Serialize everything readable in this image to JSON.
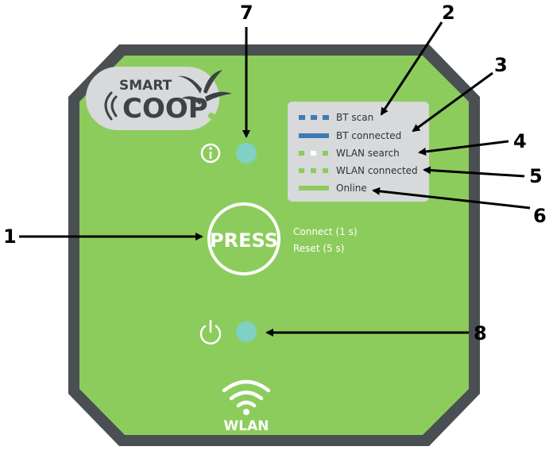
{
  "logo": {
    "word_small": "SMART",
    "word_large": "COOP"
  },
  "button": {
    "label": "PRESS",
    "hint_connect": "Connect (1 s)",
    "hint_reset": "Reset (5 s)"
  },
  "legend": {
    "items": [
      {
        "label": "BT scan",
        "pattern": "dashed-blue"
      },
      {
        "label": "BT connected",
        "pattern": "solid-blue"
      },
      {
        "label": "WLAN search",
        "pattern": "dashed-green-white"
      },
      {
        "label": "WLAN connected",
        "pattern": "dotted-green"
      },
      {
        "label": "Online",
        "pattern": "solid-green"
      }
    ]
  },
  "wlan_label": "WLAN",
  "callouts": [
    "1",
    "2",
    "3",
    "4",
    "5",
    "6",
    "7",
    "8"
  ],
  "colors": {
    "device_body": "#8ccc5c",
    "device_frame": "#4a4f54",
    "legend_panel": "#d7d9da",
    "led": "#7fd1c5",
    "bt_blue": "#3f79b8",
    "legend_green": "#8ccc5c",
    "logo_dark": "#3d4246",
    "logo_bg": "#d7d9da"
  }
}
